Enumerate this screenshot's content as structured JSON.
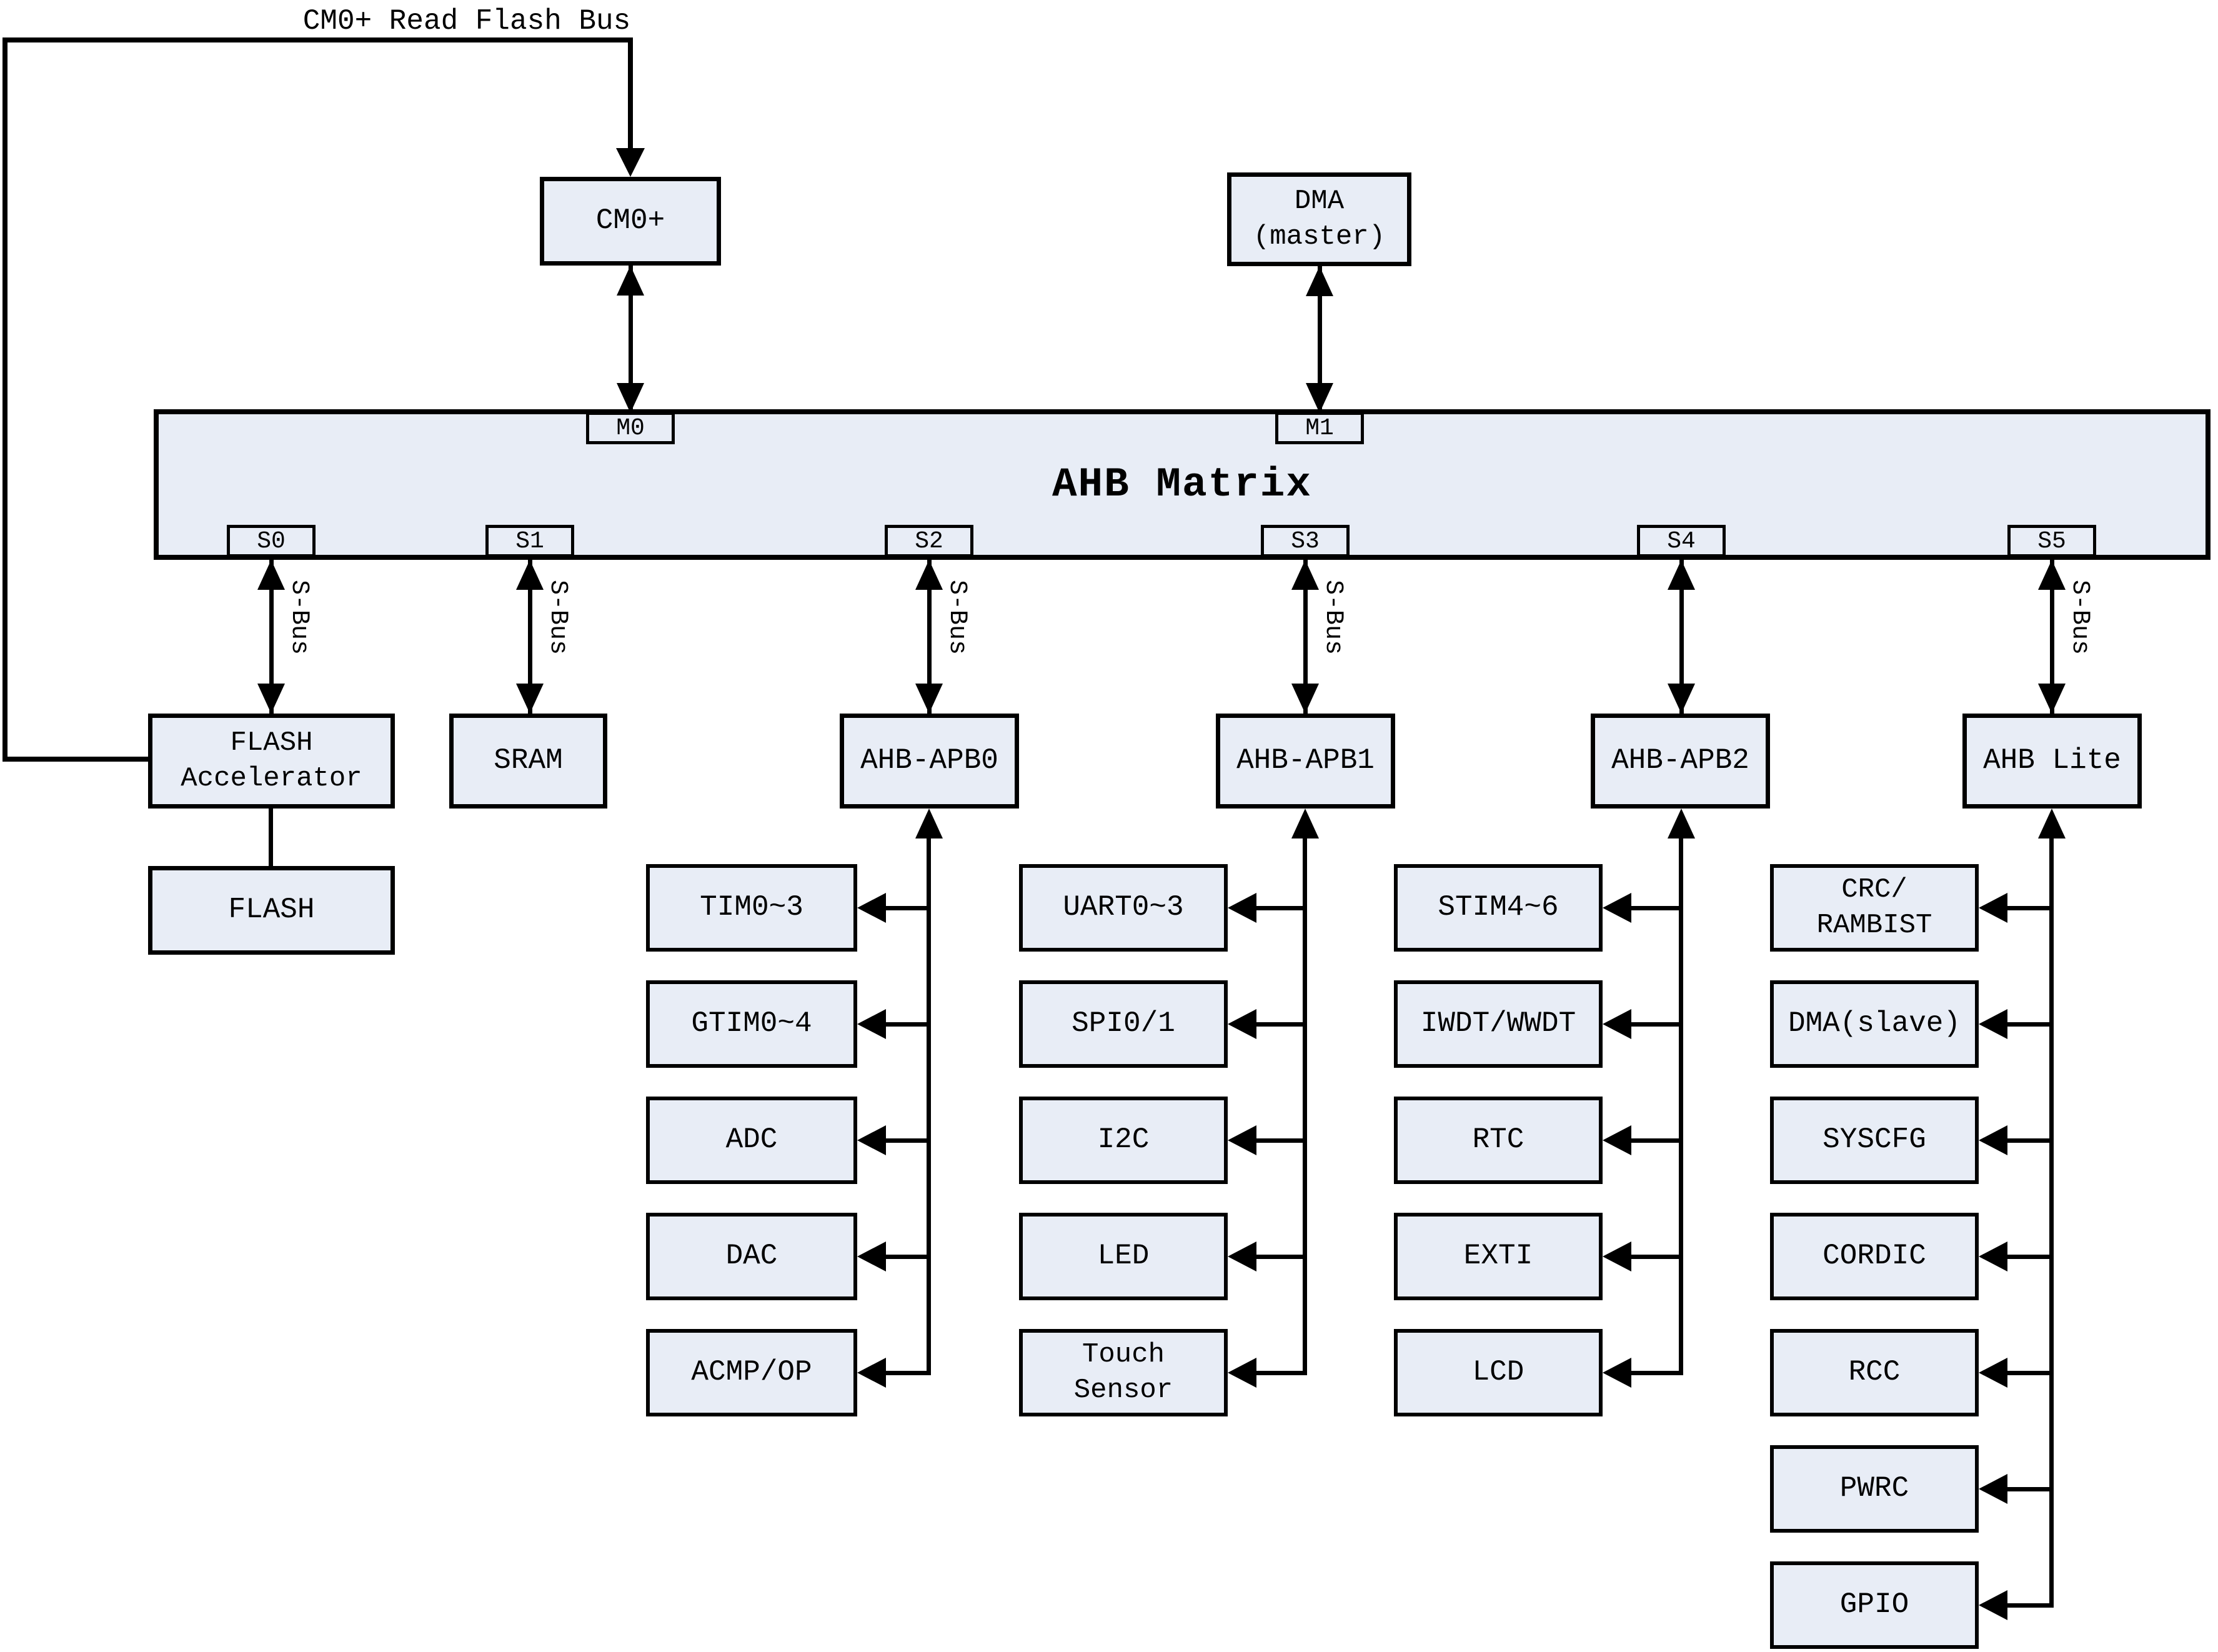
{
  "top_note": "CM0+ Read Flash Bus",
  "blocks": {
    "cm0": "CM0+",
    "dma_master": {
      "line1": "DMA",
      "line2": "(master)"
    },
    "flash_accelerator": {
      "line1": "FLASH",
      "line2": "Accelerator"
    },
    "flash": "FLASH",
    "sram": "SRAM",
    "ahb_apb0": "AHB-APB0",
    "ahb_apb1": "AHB-APB1",
    "ahb_apb2": "AHB-APB2",
    "ahb_lite": "AHB Lite"
  },
  "matrix": {
    "title": "AHB Matrix",
    "sbus_label": "S-Bus",
    "master_ports": [
      "M0",
      "M1"
    ],
    "slave_ports": [
      "S0",
      "S1",
      "S2",
      "S3",
      "S4",
      "S5"
    ]
  },
  "apb0_peripherals": [
    {
      "l1": "TIM0~3"
    },
    {
      "l1": "GTIM0~4"
    },
    {
      "l1": "ADC"
    },
    {
      "l1": "DAC"
    },
    {
      "l1": "ACMP/OP"
    }
  ],
  "apb1_peripherals": [
    {
      "l1": "UART0~3"
    },
    {
      "l1": "SPI0/1"
    },
    {
      "l1": "I2C"
    },
    {
      "l1": "LED"
    },
    {
      "l1": "Touch",
      "l2": "Sensor"
    }
  ],
  "apb2_peripherals": [
    {
      "l1": "STIM4~6"
    },
    {
      "l1": "IWDT/WWDT"
    },
    {
      "l1": "RTC"
    },
    {
      "l1": "EXTI"
    },
    {
      "l1": "LCD"
    }
  ],
  "ahb_lite_peripherals": [
    {
      "l1": "CRC/",
      "l2": "RAMBIST"
    },
    {
      "l1": "DMA(slave)"
    },
    {
      "l1": "SYSCFG"
    },
    {
      "l1": "CORDIC"
    },
    {
      "l1": "RCC"
    },
    {
      "l1": "PWRC"
    },
    {
      "l1": "GPIO"
    }
  ],
  "colors": {
    "block_fill": "#e8edf6",
    "line": "#000000",
    "background": "#ffffff"
  }
}
